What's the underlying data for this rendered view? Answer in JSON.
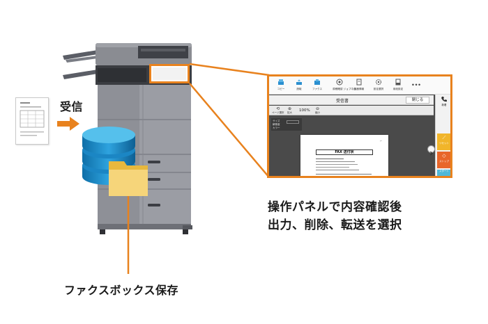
{
  "illustration": {
    "receive_label": "受信",
    "panel_caption_line1": "操作パネルで内容確認後",
    "panel_caption_line2": "出力、削除、転送を選択",
    "fax_box_caption": "ファクスボックス保存",
    "accent_color": "#e8821e"
  },
  "panel": {
    "toolbar": [
      {
        "label": "コピー",
        "icon": "copy-icon"
      },
      {
        "label": "読取",
        "icon": "scan-icon"
      },
      {
        "label": "ファクス",
        "icon": "fax-icon"
      },
      {
        "label": "原稿確認 ジョブ中止",
        "icon": "job-icon"
      },
      {
        "label": "機器情報",
        "icon": "device-info-icon"
      },
      {
        "label": "設定選択",
        "icon": "settings-icon"
      },
      {
        "label": "用紙設定",
        "icon": "paper-icon"
      },
      {
        "label": "•••",
        "icon": "more-icon"
      }
    ],
    "title": "受信書",
    "close_label": "閉じる",
    "zoom_items": [
      {
        "label": "ページ選択",
        "glyph": "⟲"
      },
      {
        "label": "拡大",
        "glyph": "⊕"
      },
      {
        "label": "縮小",
        "glyph": "⊖"
      }
    ],
    "zoom_value": "100%",
    "info_lines": [
      "サイズ",
      "解像度",
      "カラー"
    ],
    "doc_title": "FAX 送付状",
    "side": {
      "phone_label": "新着",
      "reset_label": "リセット",
      "stop_label": "ストップ",
      "start_label": "スタート"
    }
  }
}
